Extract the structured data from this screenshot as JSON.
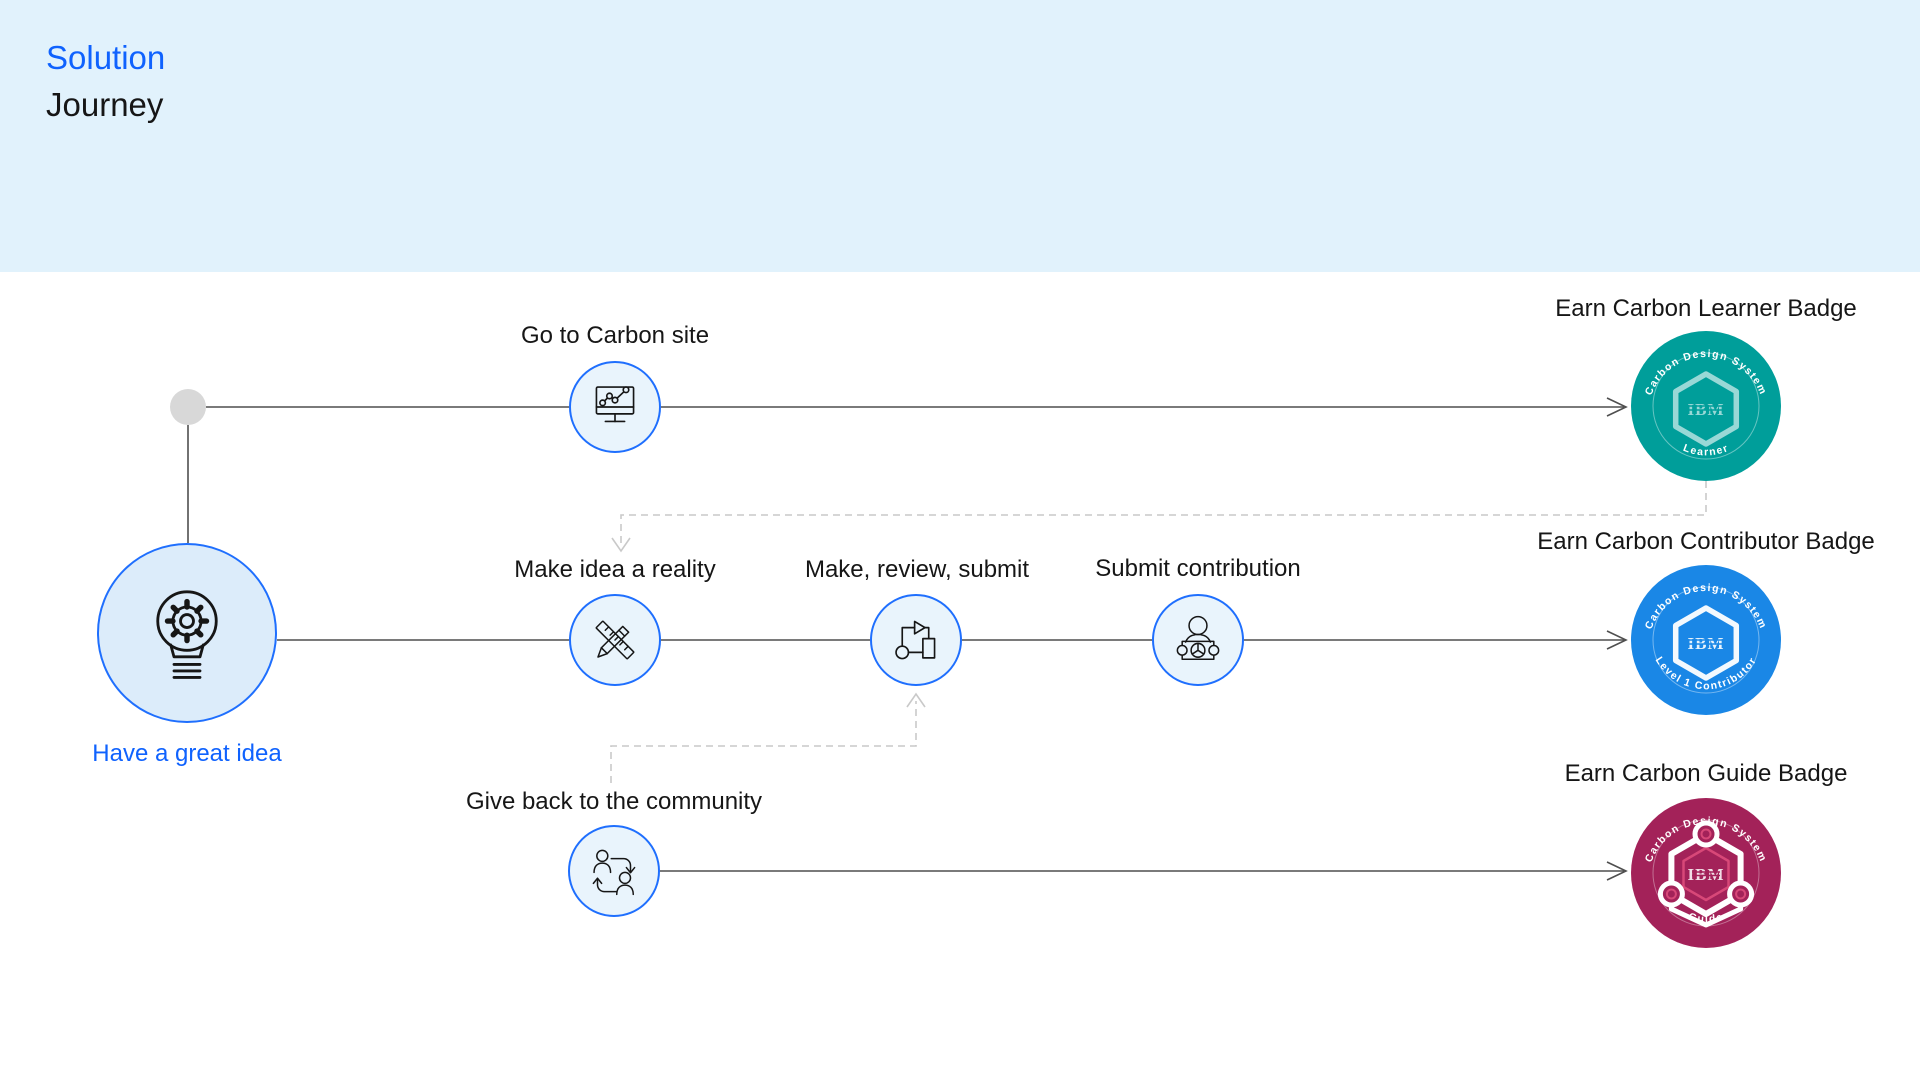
{
  "header": {
    "line1": "Solution",
    "line2": "Journey"
  },
  "start": {
    "label": "Have a great idea",
    "icon": "lightbulb-gear-icon"
  },
  "steps": [
    {
      "label": "Go to Carbon site",
      "icon": "monitor-chart-icon"
    },
    {
      "label": "Make idea a reality",
      "icon": "ruler-pencil-icon"
    },
    {
      "label": "Make, review, submit",
      "icon": "workflow-icon"
    },
    {
      "label": "Submit contribution",
      "icon": "presenter-icon"
    },
    {
      "label": "Give back to the community",
      "icon": "community-cycle-icon"
    }
  ],
  "badges": [
    {
      "title": "Earn Carbon Learner Badge",
      "arc_top": "Carbon Design System",
      "arc_bottom": "Learner",
      "center": "IBM",
      "color": "#009e9a",
      "icon": "hexagon-ibm-badge-icon"
    },
    {
      "title": "Earn Carbon Contributor Badge",
      "arc_top": "Carbon Design System",
      "arc_bottom": "Level 1 Contributor",
      "center": "IBM",
      "color": "#1a87e6",
      "icon": "hexagon-ibm-badge-icon"
    },
    {
      "title": "Earn Carbon Guide Badge",
      "arc_top": "Carbon Design System",
      "arc_bottom": "Guide",
      "center": "IBM",
      "color": "#a32259",
      "icon": "hexagon-network-ibm-badge-icon"
    }
  ],
  "colors": {
    "header_band": "#e1f2fc",
    "accent_blue": "#0f62fe",
    "node_border": "#1f6ffe",
    "node_fill": "#e9f4fc",
    "start_fill": "#dcecfa",
    "solid_line": "#4f4f4f",
    "dashed_line": "#c9c9c9",
    "start_dot": "#d8d8d8",
    "badge3_inner_hex": "#d84878",
    "text": "#161616"
  }
}
